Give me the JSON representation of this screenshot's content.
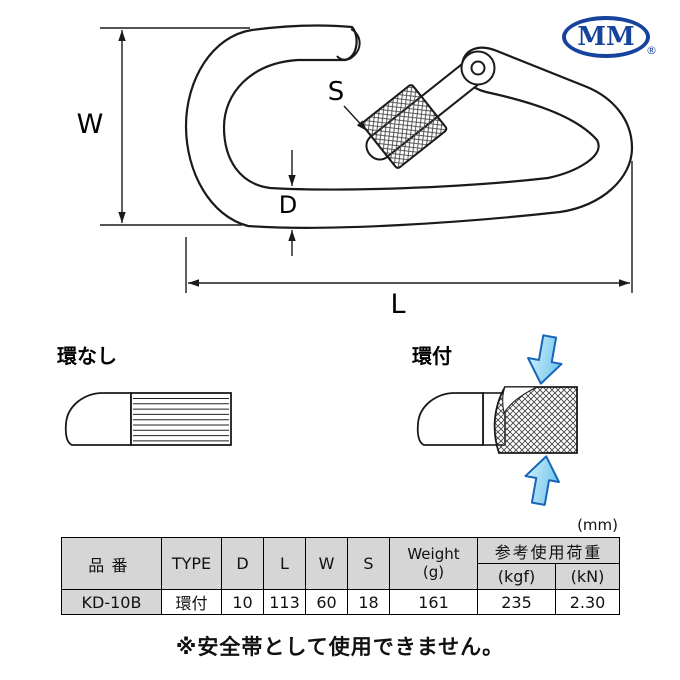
{
  "logo": {
    "text": "MM",
    "registered": "®",
    "color": "#16449c"
  },
  "diagram": {
    "dim_w": "W",
    "dim_s": "S",
    "dim_d": "D",
    "dim_l": "L",
    "variant_without": "環なし",
    "variant_with": "環付",
    "line_color": "#1a1a1a",
    "arrow_fill": "#8ed4f2",
    "arrow_stroke": "#1565b8"
  },
  "table": {
    "unit_label": "(mm)",
    "headers": {
      "part_no": "品番",
      "type": "TYPE",
      "d": "D",
      "l": "L",
      "w": "W",
      "s": "S",
      "weight_line1": "Weight",
      "weight_line2": "(g)",
      "load": "参考使用荷重",
      "load_kgf": "(kgf)",
      "load_kn": "(kN)"
    },
    "row": {
      "part_no": "KD-10B",
      "type": "環付",
      "d": "10",
      "l": "113",
      "w": "60",
      "s": "18",
      "weight": "161",
      "load_kgf": "235",
      "load_kn": "2.30"
    }
  },
  "note": "※安全帯として使用できません。"
}
